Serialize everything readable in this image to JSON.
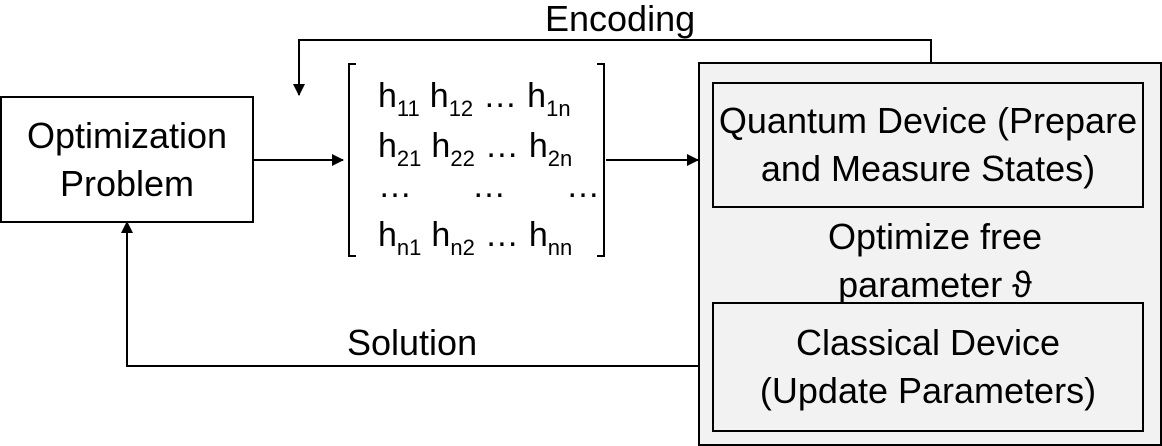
{
  "optimization_box": {
    "line1": "Optimization",
    "line2": "Problem"
  },
  "matrix": {
    "rows": [
      {
        "cells": [
          {
            "base": "h",
            "sub": "11"
          },
          {
            "base": "h",
            "sub": "12"
          },
          {
            "base": "…",
            "sub": ""
          },
          {
            "base": "h",
            "sub": "1n"
          }
        ]
      },
      {
        "cells": [
          {
            "base": "h",
            "sub": "21"
          },
          {
            "base": "h",
            "sub": "22"
          },
          {
            "base": "…",
            "sub": ""
          },
          {
            "base": "h",
            "sub": "2n"
          }
        ]
      },
      {
        "cells": [
          {
            "base": "…",
            "sub": ""
          },
          {
            "base": "…",
            "sub": ""
          },
          {
            "base": "…",
            "sub": ""
          }
        ]
      },
      {
        "cells": [
          {
            "base": "h",
            "sub": "n1"
          },
          {
            "base": "h",
            "sub": "n2"
          },
          {
            "base": "…",
            "sub": ""
          },
          {
            "base": "h",
            "sub": "nn"
          }
        ]
      }
    ]
  },
  "quantum_box": {
    "line1": "Quantum Device (Prepare",
    "line2": "and Measure States)"
  },
  "classical_box": {
    "line1": "Classical Device",
    "line2": "(Update Parameters)"
  },
  "optimize_label": {
    "line1": "Optimize free",
    "line2": "parameter ϑ"
  },
  "encoding_label": "Encoding",
  "solution_label": "Solution"
}
